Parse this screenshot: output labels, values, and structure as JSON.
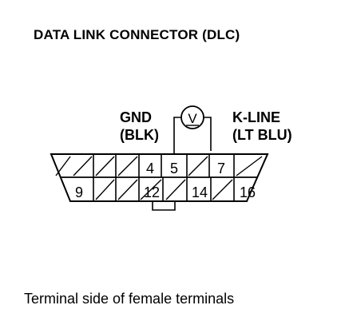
{
  "title": "DATA LINK CONNECTOR (DLC)",
  "caption": "Terminal side of female terminals",
  "labels": {
    "gnd": "GND",
    "gnd_color": "(BLK)",
    "kline": "K-LINE",
    "kline_color": "(LT BLU)"
  },
  "meter_symbol": "V",
  "pins": {
    "top_row": [
      "4",
      "5",
      "7"
    ],
    "bottom_row": [
      "9",
      "12",
      "14",
      "16"
    ]
  }
}
